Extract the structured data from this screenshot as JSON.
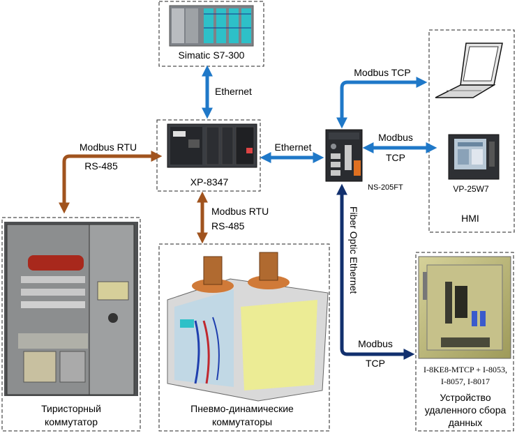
{
  "devices": {
    "plc": {
      "label": "Simatic S7-300"
    },
    "controller": {
      "label": "XP-8347"
    },
    "switch": {
      "label": "NS-205FT"
    },
    "hmi_panel": {
      "label": "VP-25W7"
    },
    "hmi_group": {
      "label": "HMI"
    },
    "thyristor": {
      "label_line1": "Тиристорный",
      "label_line2": "коммутатор"
    },
    "pneumo": {
      "label_line1": "Пневмо-динамические",
      "label_line2": "коммутаторы"
    },
    "remote_io": {
      "modules_line1": "I-8KE8-MTCP + I-8053,",
      "modules_line2": "I-8057, I-8017",
      "label_line1": "Устройство",
      "label_line2": "удаленного сбора",
      "label_line3": "данных"
    }
  },
  "links": {
    "plc_controller": {
      "label": "Ethernet"
    },
    "controller_switch": {
      "label": "Ethernet"
    },
    "thyristor_controller": {
      "label_line1": "Modbus RTU",
      "label_line2": "RS-485"
    },
    "controller_pneumo": {
      "label_line1": "Modbus RTU",
      "label_line2": "RS-485"
    },
    "switch_laptop": {
      "label": "Modbus TCP"
    },
    "switch_hmi": {
      "label_line1": "Modbus",
      "label_line2": "TCP"
    },
    "switch_remote": {
      "label_vertical": "Fiber Optic Ethernet",
      "label_line1": "Modbus",
      "label_line2": "TCP"
    }
  },
  "colors": {
    "ethernet": "#1f78c8",
    "rs485": "#a0531e",
    "fiber": "#12306e"
  },
  "icons": [
    "plc-icon",
    "controller-icon",
    "switch-icon",
    "laptop-icon",
    "hmi-panel-icon",
    "cabinet-icon",
    "pneumo-icon",
    "remote-io-icon"
  ]
}
